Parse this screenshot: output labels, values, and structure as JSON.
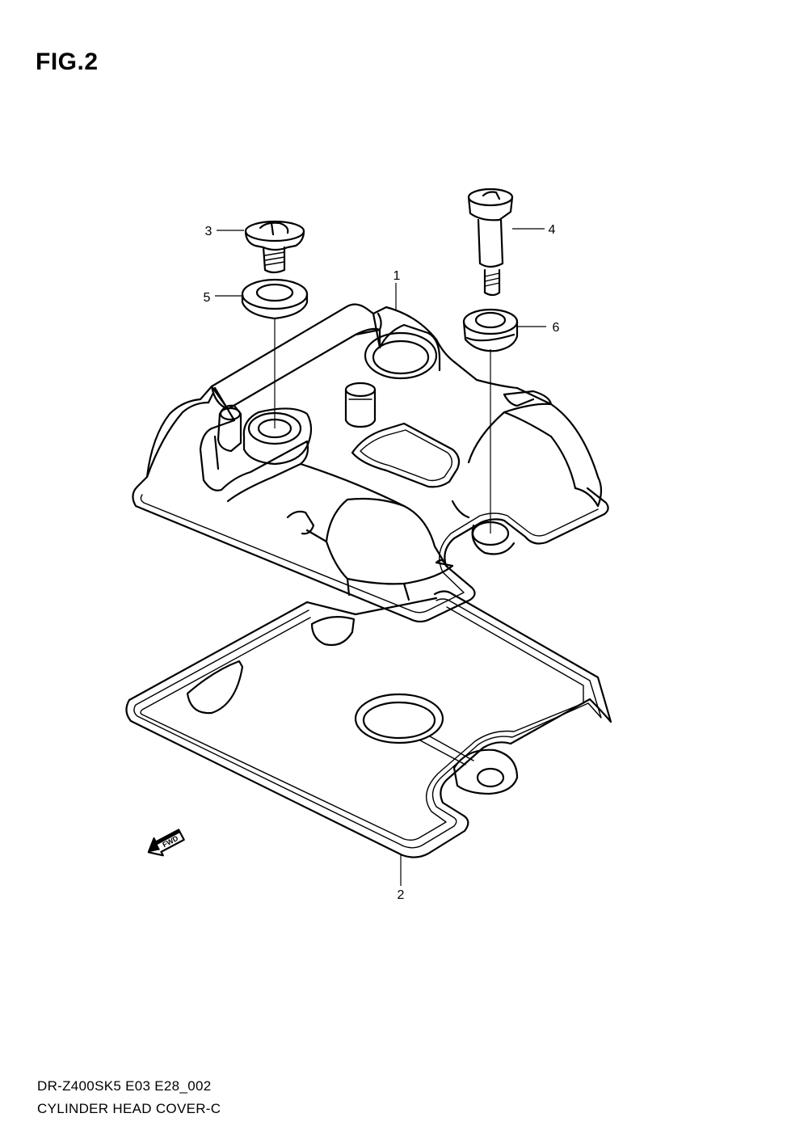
{
  "figure": {
    "title": "FIG.2"
  },
  "callouts": [
    {
      "id": "1",
      "label": "1",
      "part": "cylinder-head-cover"
    },
    {
      "id": "2",
      "label": "2",
      "part": "gasket"
    },
    {
      "id": "3",
      "label": "3",
      "part": "bolt"
    },
    {
      "id": "4",
      "label": "4",
      "part": "bolt"
    },
    {
      "id": "5",
      "label": "5",
      "part": "washer"
    },
    {
      "id": "6",
      "label": "6",
      "part": "grommet"
    }
  ],
  "direction_badge": "FWD",
  "footer": {
    "code": "DR-Z400SK5  E03  E28_002",
    "name": "CYLINDER HEAD COVER-C"
  }
}
